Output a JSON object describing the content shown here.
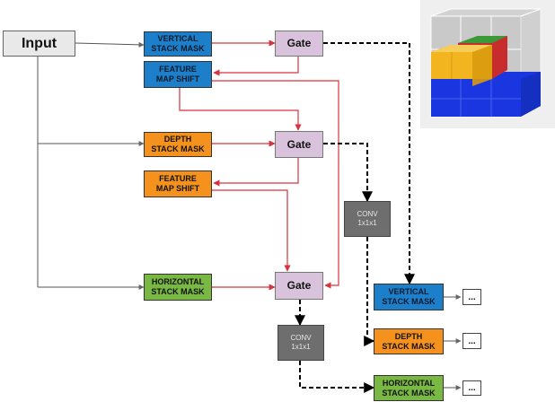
{
  "input": {
    "label": "Input"
  },
  "masks": {
    "vertical": [
      "VERTICAL",
      "STACK MASK"
    ],
    "depth": [
      "DEPTH",
      "STACK MASK"
    ],
    "horizontal": [
      "HORIZONTAL",
      "STACK MASK"
    ]
  },
  "shifts": {
    "shift1": [
      "FEATURE",
      "MAP SHIFT"
    ],
    "shift2": [
      "FEATURE",
      "MAP SHIFT"
    ]
  },
  "gates": {
    "gate1": "Gate",
    "gate2": "Gate",
    "gate3": "Gate"
  },
  "convs": {
    "conv1": [
      "CONV",
      "1x1x1"
    ],
    "conv2": [
      "CONV",
      "1x1x1"
    ]
  },
  "outputs": {
    "vertical": [
      "VERTICAL",
      "STACK MASK"
    ],
    "depth": [
      "DEPTH",
      "STACK MASK"
    ],
    "horizontal": [
      "HORIZONTAL",
      "STACK MASK"
    ],
    "ellipsis": "..."
  },
  "colors": {
    "vertical": "#1d7fc9",
    "depth": "#f5921e",
    "horizontal": "#79b843",
    "gate": "#d8c2dc",
    "conv": "#6e6e6e",
    "red_wire": "#d9333d",
    "cube_yellow": "#f2b51f",
    "cube_red": "#d63333",
    "cube_blue": "#1a36e0",
    "cube_green": "#3a9a3a"
  }
}
